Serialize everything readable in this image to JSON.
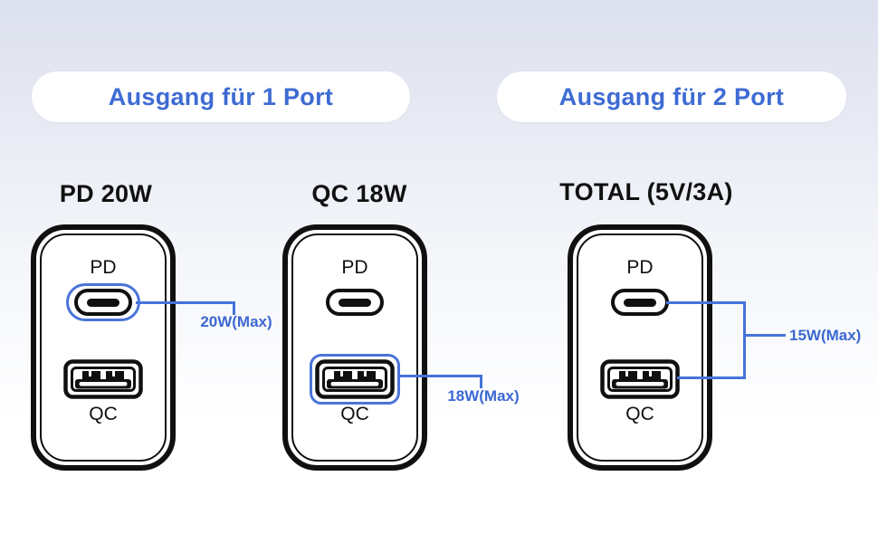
{
  "colors": {
    "accent_line": "#4673da",
    "accent_text": "#3c68d2",
    "header_text": "#3e6bd3",
    "ink": "#101010",
    "background_top": "#dde1ee",
    "background_bottom": "#ffffff"
  },
  "headers": [
    {
      "label": "Ausgang für 1 Port"
    },
    {
      "label": "Ausgang für 2 Port"
    }
  ],
  "chargers": [
    {
      "title": "PD 20W",
      "top_port_label": "PD",
      "bottom_port_label": "QC",
      "highlighted_port": "usb-c",
      "callout_text": "20W(Max)"
    },
    {
      "title": "QC 18W",
      "top_port_label": "PD",
      "bottom_port_label": "QC",
      "highlighted_port": "usb-a",
      "callout_text": "18W(Max)"
    },
    {
      "title": "TOTAL (5V/3A)",
      "top_port_label": "PD",
      "bottom_port_label": "QC",
      "highlighted_port": "both",
      "callout_text": "15W(Max)"
    }
  ]
}
